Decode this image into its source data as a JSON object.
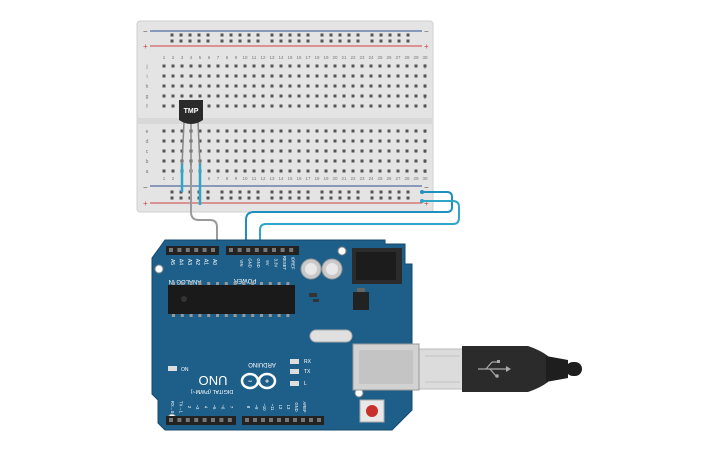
{
  "breadboard": {
    "column_numbers": [
      "1",
      "2",
      "3",
      "4",
      "5",
      "6",
      "7",
      "8",
      "9",
      "10",
      "11",
      "12",
      "13",
      "14",
      "15",
      "16",
      "17",
      "18",
      "19",
      "20",
      "21",
      "22",
      "23",
      "24",
      "25",
      "26",
      "27",
      "28",
      "29",
      "30"
    ],
    "row_letters_top": [
      "j",
      "i",
      "h",
      "g",
      "f"
    ],
    "row_letters_bottom": [
      "e",
      "d",
      "c",
      "b",
      "a"
    ],
    "rail_minus": "−",
    "rail_plus": "+"
  },
  "sensor": {
    "label": "TMP"
  },
  "arduino": {
    "logo_text": "UNO",
    "brand_text": "ARDUINO",
    "analog_header_label": "ANALOG IN",
    "power_header_label": "POWER",
    "digital_header_label": "DIGITAL (PWM~)",
    "analog_pins": [
      "A5",
      "A4",
      "A3",
      "A2",
      "A1",
      "A0"
    ],
    "power_pins": [
      "VIN",
      "GND",
      "GND",
      "5V",
      "3.3V",
      "RESET",
      "IOREF"
    ],
    "digital_pins": [
      "RX←0",
      "TX→1",
      "2",
      "~3",
      "4",
      "~5",
      "~6",
      "7",
      "8",
      "~9",
      "~10",
      "~11",
      "12",
      "13",
      "GND",
      "AREF"
    ],
    "led_labels": [
      "RX",
      "TX",
      "L"
    ],
    "on_label": "ON"
  },
  "colors": {
    "board_blue": "#1e5f8a",
    "breadboard_bg": "#e6e6e6",
    "rail_red": "#d04040",
    "rail_blue": "#2b4f8a",
    "wire_teal": "#2fa6c8",
    "wire_gray": "#9a9a9a",
    "wire_blue": "#1f8fbf"
  }
}
